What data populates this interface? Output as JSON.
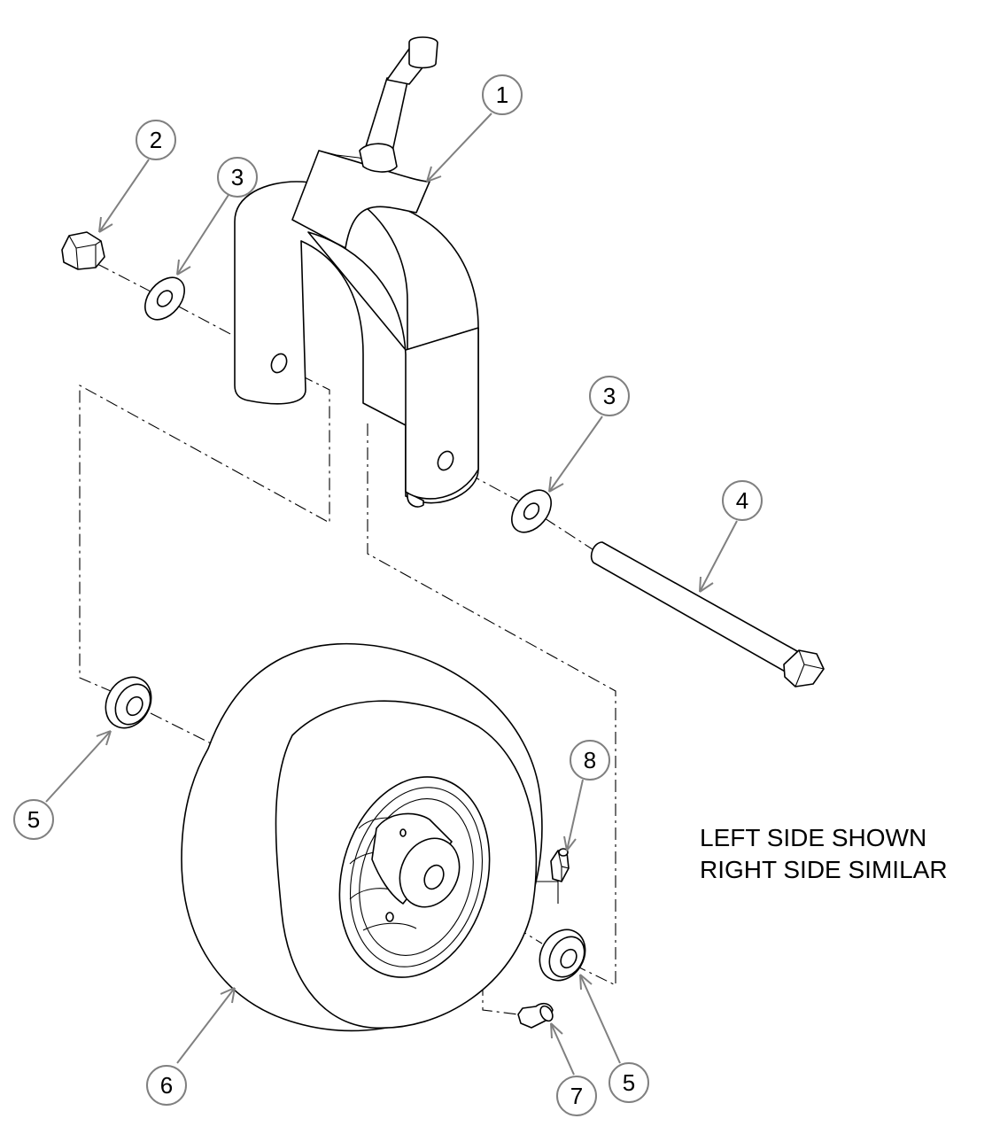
{
  "diagram": {
    "callouts": [
      {
        "id": "callout-1",
        "label": "1"
      },
      {
        "id": "callout-2",
        "label": "2"
      },
      {
        "id": "callout-3a",
        "label": "3"
      },
      {
        "id": "callout-3b",
        "label": "3"
      },
      {
        "id": "callout-4",
        "label": "4"
      },
      {
        "id": "callout-5a",
        "label": "5"
      },
      {
        "id": "callout-5b",
        "label": "5"
      },
      {
        "id": "callout-6",
        "label": "6"
      },
      {
        "id": "callout-7",
        "label": "7"
      },
      {
        "id": "callout-8",
        "label": "8"
      }
    ],
    "note": {
      "line1": "LEFT SIDE SHOWN",
      "line2": "RIGHT SIDE SIMILAR"
    },
    "colors": {
      "line": "#000000",
      "leader": "#808080",
      "background": "#ffffff"
    }
  }
}
